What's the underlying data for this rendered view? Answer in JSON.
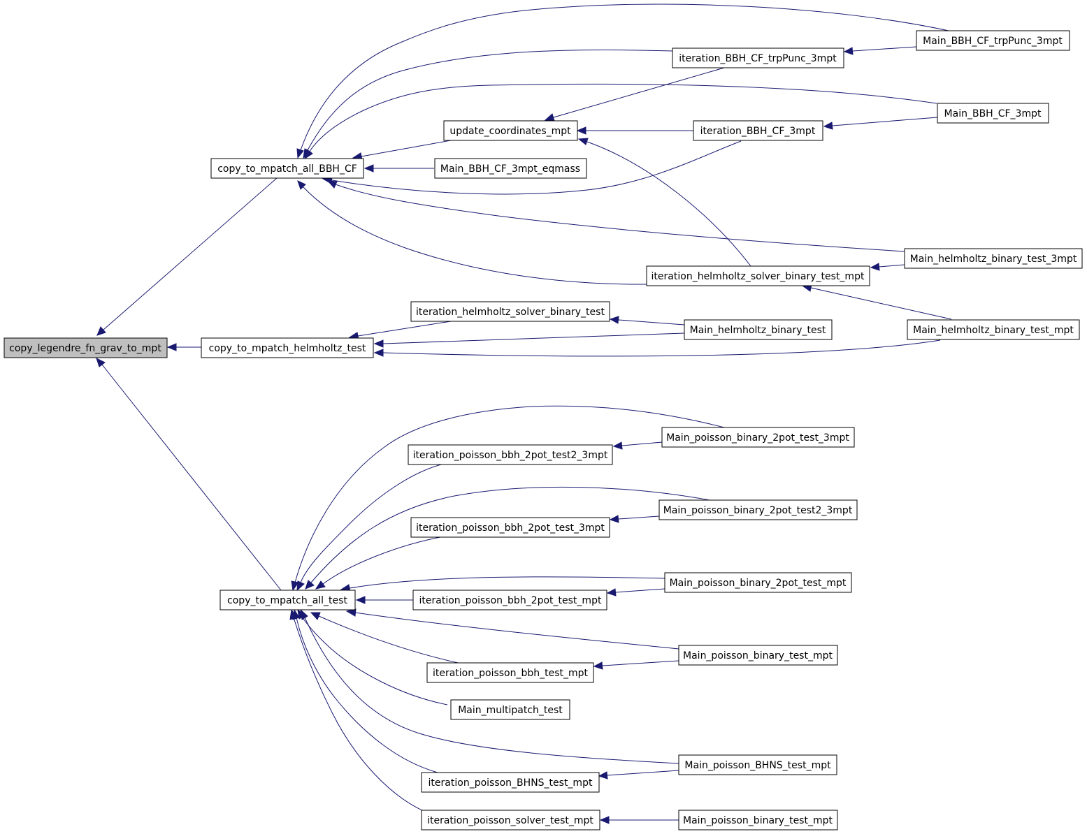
{
  "colors": {
    "edge": "#191970",
    "root_fill": "#bfbfbf",
    "node_fill": "#ffffff",
    "node_stroke": "#000000"
  },
  "nodes": {
    "n0": "copy_legendre_fn_grav_to_mpt",
    "n1": "copy_to_mpatch_all_BBH_CF",
    "n2": "copy_to_mpatch_helmholtz_test",
    "n3": "copy_to_mpatch_all_test",
    "n4": "update_coordinates_mpt",
    "n5": "Main_BBH_CF_3mpt_eqmass",
    "n6": "iteration_BBH_CF_trpPunc_3mpt",
    "n7": "iteration_BBH_CF_3mpt",
    "n8": "iteration_helmholtz_solver_binary_test_mpt",
    "n9": "Main_BBH_CF_trpPunc_3mpt",
    "n10": "Main_BBH_CF_3mpt",
    "n11": "Main_helmholtz_binary_test_3mpt",
    "n12": "iteration_helmholtz_solver_binary_test",
    "n13": "Main_helmholtz_binary_test",
    "n14": "Main_helmholtz_binary_test_mpt",
    "n15": "iteration_poisson_bbh_2pot_test2_3mpt",
    "n16": "Main_poisson_binary_2pot_test_3mpt",
    "n17": "iteration_poisson_bbh_2pot_test_3mpt",
    "n18": "Main_poisson_binary_2pot_test2_3mpt",
    "n19": "iteration_poisson_bbh_2pot_test_mpt",
    "n20": "Main_poisson_binary_2pot_test_mpt",
    "n21": "iteration_poisson_bbh_test_mpt",
    "n22": "Main_poisson_binary_test_mpt",
    "n23": "Main_multipatch_test",
    "n24": "iteration_poisson_BHNS_test_mpt",
    "n25": "Main_poisson_BHNS_test_mpt",
    "n26": "iteration_poisson_solver_test_mpt",
    "n27": "Main_poisson_binary_test_mpt"
  }
}
